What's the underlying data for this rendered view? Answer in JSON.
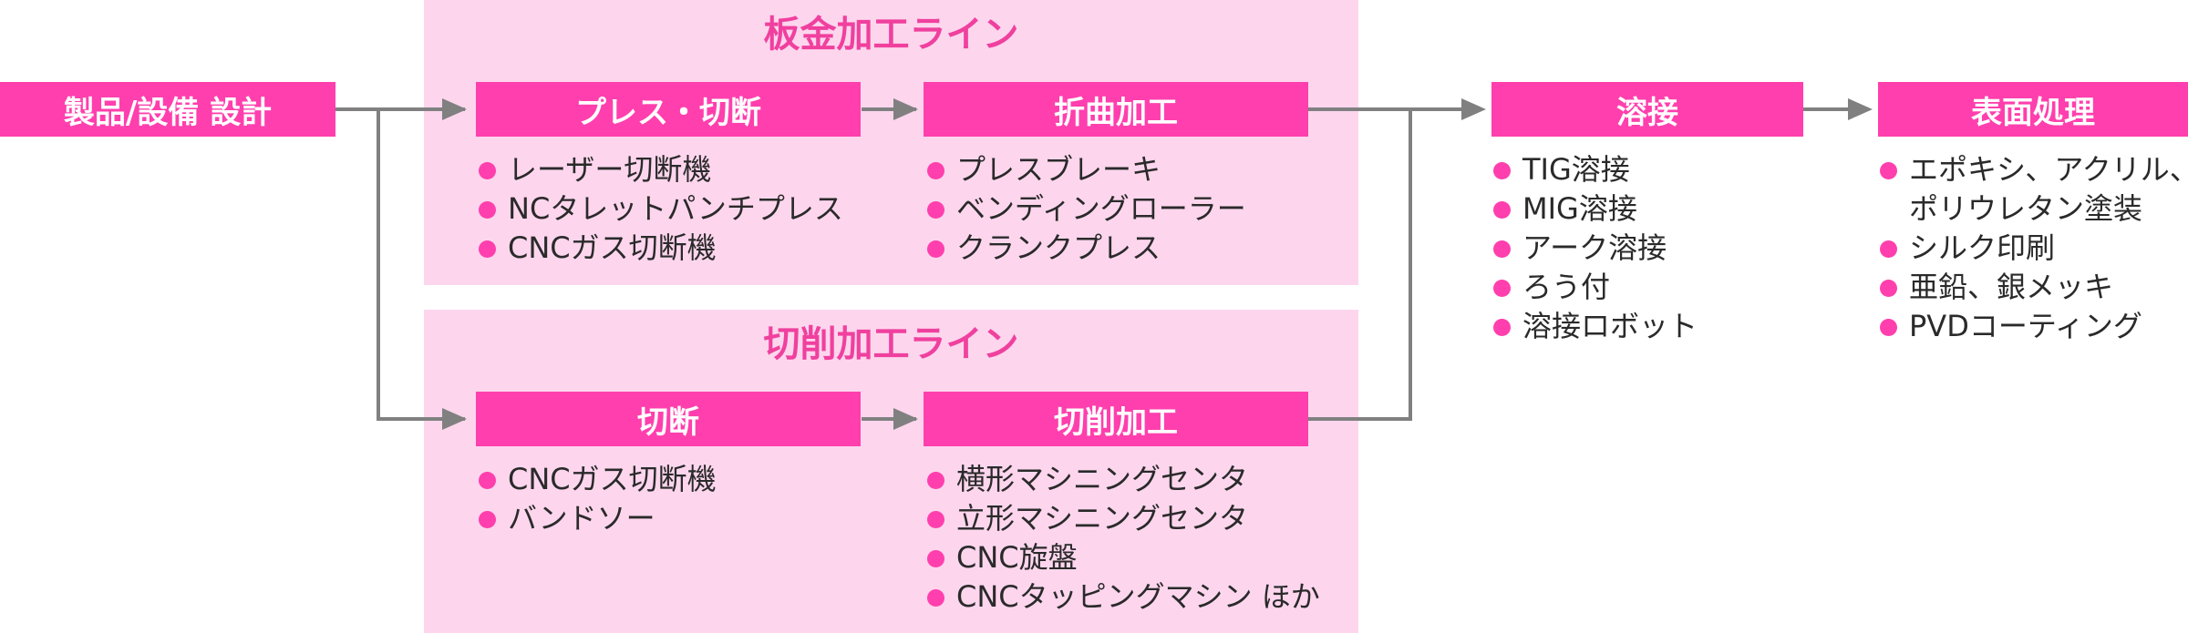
{
  "start": "製品/設備 設計",
  "lines": {
    "sheet_metal": {
      "title": "板金加工ライン",
      "step1": {
        "label": "プレス・切断",
        "items": [
          "レーザー切断機",
          "NCタレットパンチプレス",
          "CNCガス切断機"
        ]
      },
      "step2": {
        "label": "折曲加工",
        "items": [
          "プレスブレーキ",
          "ベンディングローラー",
          "クランクプレス"
        ]
      }
    },
    "cutting": {
      "title": "切削加工ライン",
      "step1": {
        "label": "切断",
        "items": [
          "CNCガス切断機",
          "バンドソー"
        ]
      },
      "step2": {
        "label": "切削加工",
        "items": [
          "横形マシニングセンタ",
          "立形マシニングセンタ",
          "CNC旋盤",
          "CNCタッピングマシン ほか"
        ]
      }
    }
  },
  "welding": {
    "label": "溶接",
    "items": [
      "TIG溶接",
      "MIG溶接",
      "アーク溶接",
      "ろう付",
      "溶接ロボット"
    ]
  },
  "surface": {
    "label": "表面処理",
    "items": [
      "エポキシ、アクリル、",
      "ポリウレタン塗装",
      "シルク印刷",
      "亜鉛、銀メッキ",
      "PVDコーティング"
    ]
  },
  "colors": {
    "accent": "#ff3fad",
    "panel": "#fdd6ee",
    "title": "#f0409e",
    "arrow": "#808080"
  }
}
